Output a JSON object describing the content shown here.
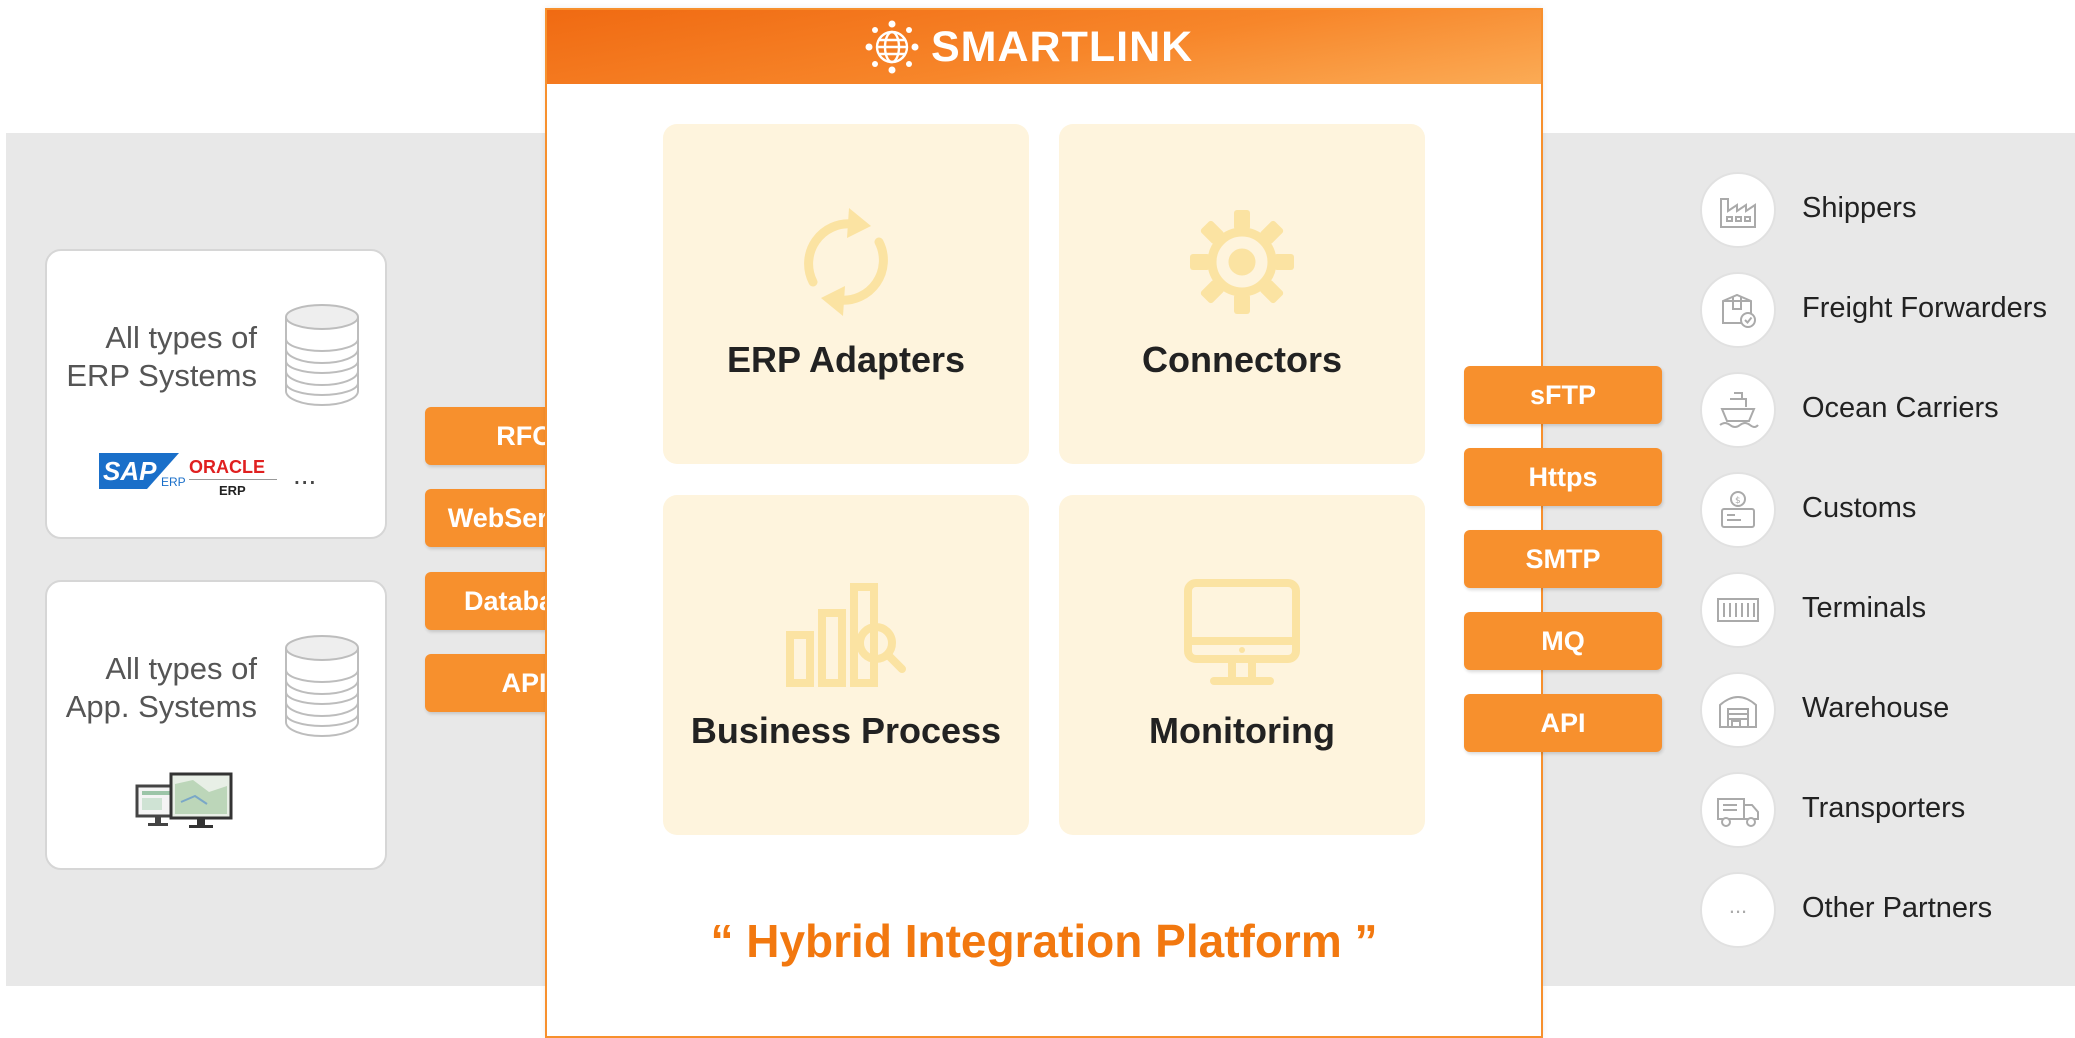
{
  "brand": {
    "name": "SMARTLINK"
  },
  "left_systems": [
    {
      "line1": "All types of",
      "line2": "ERP Systems",
      "logos": {
        "sap": "SAP",
        "sap_sub": "ERP",
        "oracle": "ORACLE",
        "oracle_sub": "ERP",
        "more": "..."
      }
    },
    {
      "line1": "All types of",
      "line2": "App. Systems"
    }
  ],
  "left_protocols": [
    "RFC",
    "WebService",
    "Database",
    "API"
  ],
  "modules": [
    {
      "label": "ERP Adapters",
      "icon": "sync-icon"
    },
    {
      "label": "Connectors",
      "icon": "gear-icon"
    },
    {
      "label": "Business Process",
      "icon": "bar-chart-search-icon"
    },
    {
      "label": "Monitoring",
      "icon": "monitor-icon"
    }
  ],
  "tagline": "“ Hybrid Integration Platform ”",
  "right_protocols": [
    "sFTP",
    "Https",
    "SMTP",
    "MQ",
    "API"
  ],
  "partners": [
    {
      "label": "Shippers",
      "icon": "factory-icon"
    },
    {
      "label": "Freight Forwarders",
      "icon": "package-check-icon"
    },
    {
      "label": "Ocean Carriers",
      "icon": "ship-icon"
    },
    {
      "label": "Customs",
      "icon": "customs-icon"
    },
    {
      "label": "Terminals",
      "icon": "container-icon"
    },
    {
      "label": "Warehouse",
      "icon": "warehouse-icon"
    },
    {
      "label": "Transporters",
      "icon": "truck-icon"
    },
    {
      "label": "Other Partners",
      "icon": "more-icon",
      "glyph": "..."
    }
  ],
  "colors": {
    "accent": "#f7902d",
    "tile": "#fef4dd",
    "icon": "#fbe3a2",
    "band": "#e8e8e8"
  }
}
